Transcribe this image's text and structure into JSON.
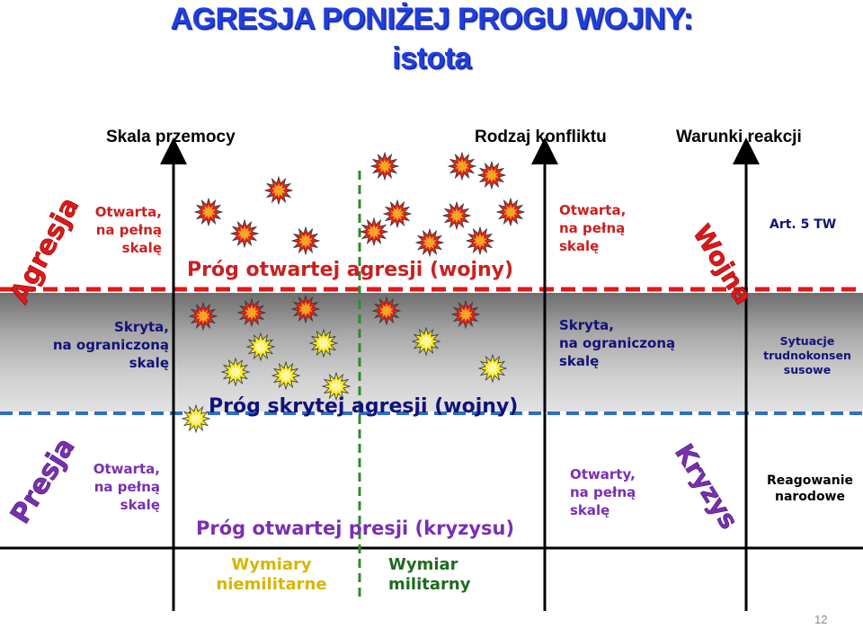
{
  "title": {
    "line1": "AGRESJA PONIŻEJ PROGU WOJNY:",
    "line2": "istota"
  },
  "headers": {
    "scale": "Skala przemocy",
    "conflict_type": "Rodzaj konfliktu",
    "response_conditions": "Warunki reakcji"
  },
  "left_column": {
    "open_full": [
      "Otwarta,",
      "na pełną",
      "skalę"
    ],
    "covert_limited": [
      "Skryta,",
      "na ograniczoną",
      "skalę"
    ],
    "open_full_presja": [
      "Otwarta,",
      "na pełną",
      "skalę"
    ]
  },
  "middle_column": {
    "open_full": [
      "Otwarta,",
      "na pełną",
      "skalę"
    ],
    "covert_limited": [
      "Skryta,",
      "na ograniczoną",
      "skalę"
    ],
    "open_full_crisis": [
      "Otwarty,",
      "na pełną",
      "skalę"
    ]
  },
  "right_column": {
    "art5": "Art. 5 TW",
    "difficult": [
      "Sytuacje",
      "trudnokonsen",
      "susowe"
    ],
    "national": [
      "Reagowanie",
      "narodowe"
    ]
  },
  "rotated_labels": {
    "agresja": "Agresja",
    "presja": "Presja",
    "wojna": "Wojna",
    "kryzys": "Kryzys"
  },
  "thresholds": {
    "open_aggression": "Próg otwartej agresji (wojny)",
    "covert_aggression": "Próg skrytej agresji (wojny)",
    "open_pressure": "Próg otwartej presji (kryzysu)"
  },
  "dimensions": {
    "non_military": [
      "Wymiary",
      "niemilitarne"
    ],
    "military": [
      "Wymiar",
      "militarny"
    ]
  },
  "page_number": "12",
  "colors": {
    "title": "#1f3fe0",
    "threshold_red": "#e01818",
    "dashed_green": "#2e8b2e",
    "red_text": "#cc1f1f",
    "blue_text": "#12127a",
    "purple_text": "#7a2fb3",
    "non_military_text": "#d7b600",
    "military_text": "#1f6b1f"
  }
}
